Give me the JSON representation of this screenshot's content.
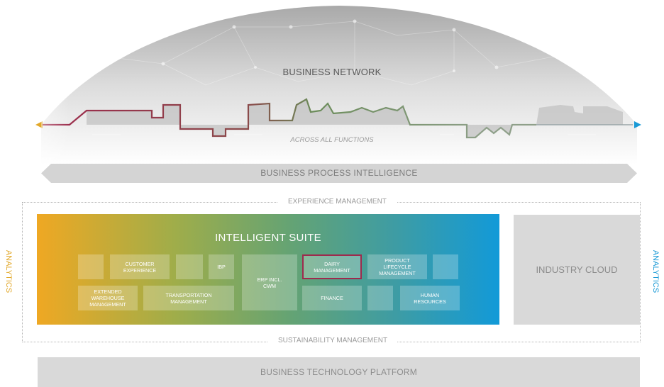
{
  "network": {
    "title": "BUSINESS NETWORK",
    "across": "ACROSS ALL FUNCTIONS"
  },
  "process_intelligence": {
    "label": "BUSINESS PROCESS INTELLIGENCE"
  },
  "experience": {
    "label": "EXPERIENCE MANAGEMENT"
  },
  "sustainability": {
    "label": "SUSTAINABILITY MANAGEMENT"
  },
  "analytics": {
    "left": "ANALYTICS",
    "right": "ANALYTICS"
  },
  "suite": {
    "title": "INTELLIGENT SUITE",
    "modules": {
      "customer_experience": "CUSTOMER\nEXPERIENCE",
      "ibp": "IBP",
      "erp": "ERP incl.\nCWM",
      "dairy": "DAIRY\nMANAGEMENT",
      "plm": "PRODUCT\nLIFECYCLE\nMANAGEMENT",
      "ewm": "EXTENDED\nWAREHOUSE\nMANAGEMENT",
      "tm": "TRANSPORTATION\nMANAGEMENT",
      "finance": "FINANCE",
      "hr": "HUMAN\nRESOURCES"
    }
  },
  "industry_cloud": {
    "label": "INDUSTRY CLOUD"
  },
  "platform": {
    "label": "BUSINESS TECHNOLOGY PLATFORM"
  },
  "colors": {
    "gradient_start": "#efa823",
    "gradient_end": "#129ad8",
    "highlight": "#9e2a4d",
    "process_line_red": "#9e2a4d",
    "process_line_green": "#6b8c5a"
  }
}
